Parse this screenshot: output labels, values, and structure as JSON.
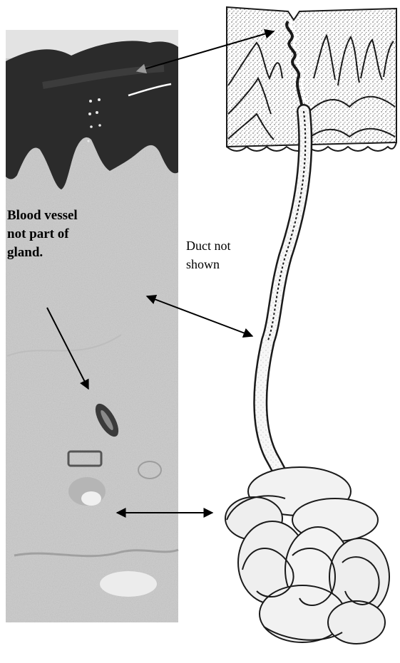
{
  "labels": {
    "blood_vessel": [
      "Blood vessel",
      "not part of",
      "gland."
    ],
    "duct": [
      "Duct not",
      "shown"
    ]
  },
  "colors": {
    "epidermis": "#2f2f2f",
    "dermis": "#d4d4d4",
    "highlight_arrow": "#9a9a9a",
    "arrow": "#000000",
    "drawing_fill": "#f2f2f2",
    "drawing_line": "#1a1a1a"
  }
}
